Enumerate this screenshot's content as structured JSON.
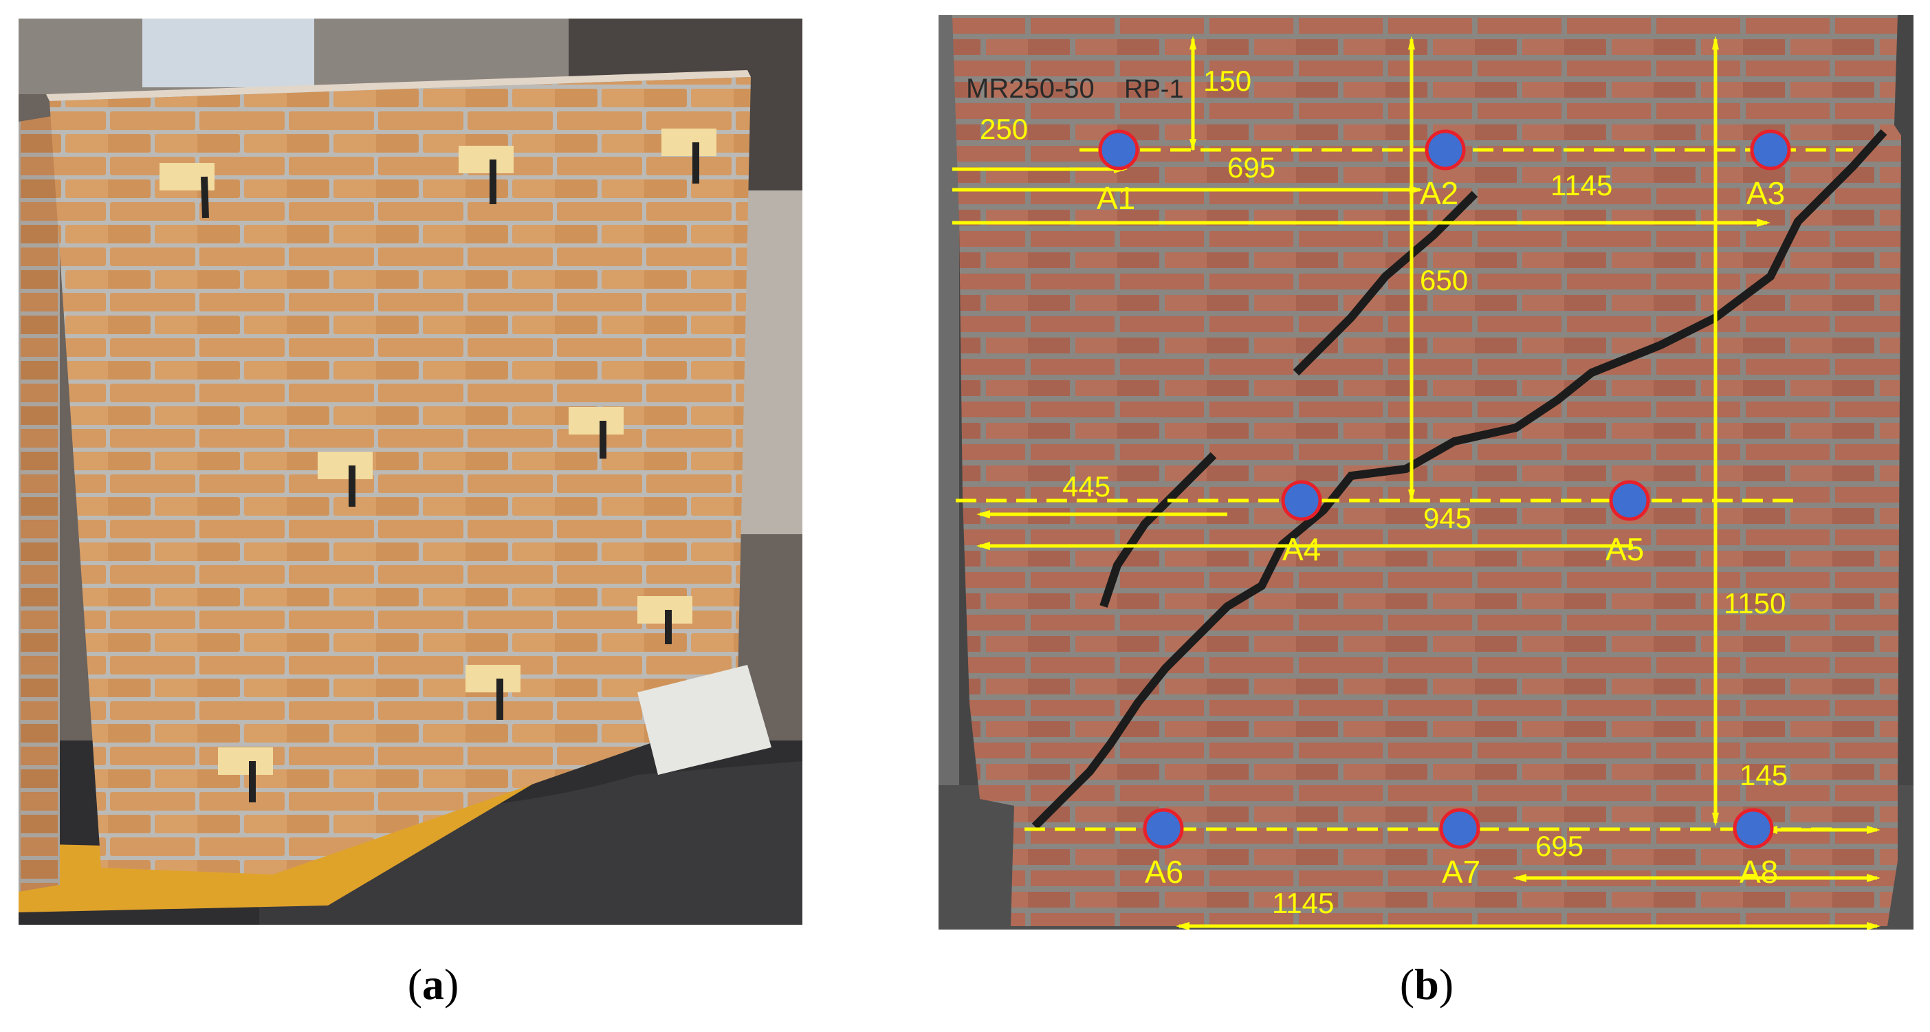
{
  "captions": {
    "a": {
      "open": "(",
      "letter": "a",
      "close": ")"
    },
    "b": {
      "open": "(",
      "letter": "b",
      "close": ")"
    }
  },
  "panel_b": {
    "handwriting": {
      "specimen": "MR250-50",
      "rp": "RP-1"
    },
    "sensors": [
      {
        "id": "A1",
        "label": "A1"
      },
      {
        "id": "A2",
        "label": "A2"
      },
      {
        "id": "A3",
        "label": "A3"
      },
      {
        "id": "A4",
        "label": "A4"
      },
      {
        "id": "A5",
        "label": "A5"
      },
      {
        "id": "A6",
        "label": "A6"
      },
      {
        "id": "A7",
        "label": "A7"
      },
      {
        "id": "A8",
        "label": "A8"
      }
    ],
    "dimensions": {
      "top_offset": "150",
      "a1_offset": "250",
      "a2_offset": "695",
      "a3_offset": "1145",
      "row_gap_upper": "650",
      "a4_offset": "445",
      "a5_offset": "945",
      "row_gap_lower": "1150",
      "a8_edge": "145",
      "a7_a8": "695",
      "a6_a8": "1145"
    },
    "colors": {
      "annotation": "#ffff00",
      "marker_fill": "#3f6fd0",
      "marker_edge": "#e8202a"
    }
  }
}
